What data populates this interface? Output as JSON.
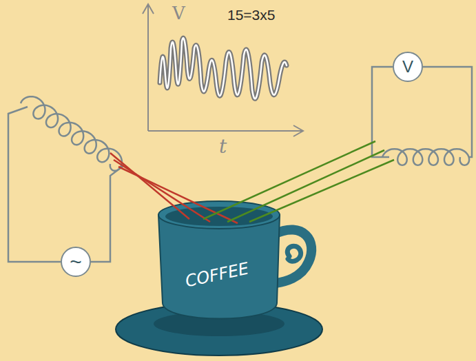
{
  "diagram": {
    "nodes": [
      {
        "text": [
          "~"
        ]
      },
      {
        "text": [
          "V"
        ]
      },
      {
        "text": [
          "COFFEE"
        ]
      }
    ],
    "labels": [
      "15=3x5",
      "V",
      "t"
    ]
  }
}
